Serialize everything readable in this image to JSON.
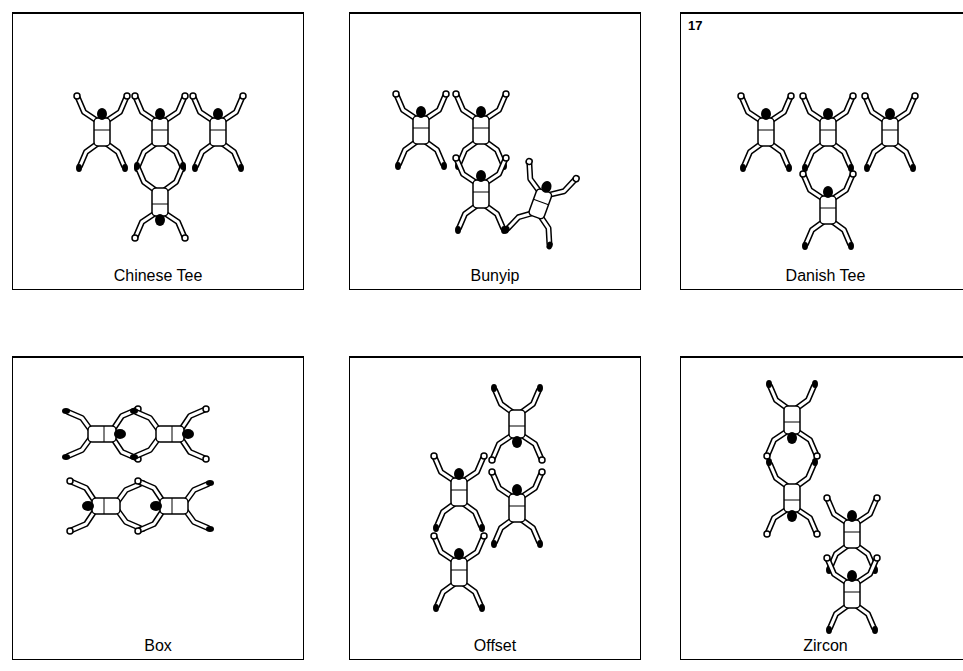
{
  "diagram": {
    "nodes": [
      {
        "text": [
          "Chinese Tee"
        ]
      },
      {
        "text": [
          "Bunyip"
        ]
      },
      {
        "text": [
          "Danish Tee"
        ]
      },
      {
        "text": [
          "Box"
        ]
      },
      {
        "text": [
          "Offset"
        ]
      },
      {
        "text": [
          "Zircon"
        ]
      }
    ],
    "labels": [
      "17"
    ]
  }
}
